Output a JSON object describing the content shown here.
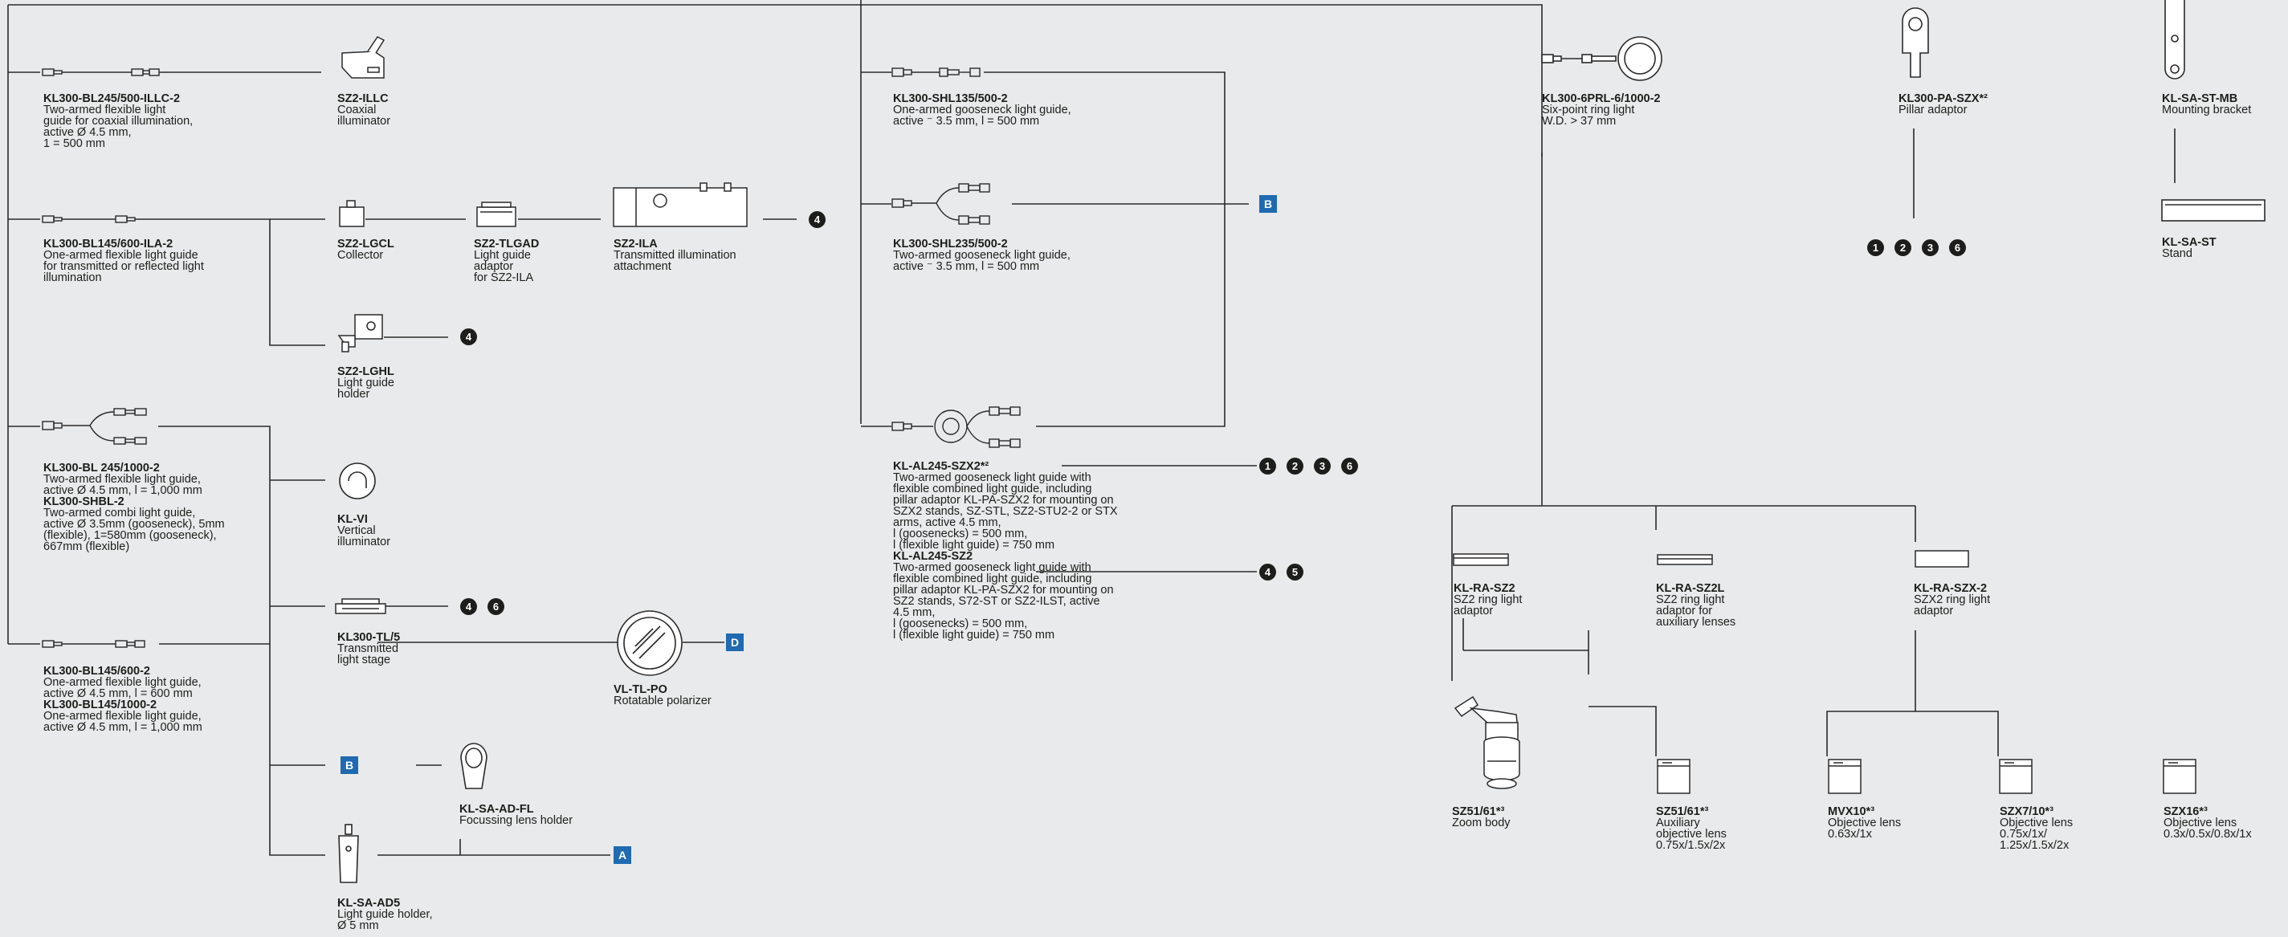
{
  "items": {
    "bl245_500": {
      "code": "KL300-BL245/500-ILLC-2",
      "lines": [
        "Two-armed flexible light",
        "guide for coaxial illumination,",
        "active Ø 4.5 mm,",
        "1 = 500 mm"
      ]
    },
    "illc": {
      "code": "SZ2-ILLC",
      "lines": [
        "Coaxial",
        "illuminator"
      ]
    },
    "bl145_600_ila": {
      "code": "KL300-BL145/600-ILA-2",
      "lines": [
        "One-armed flexible light guide",
        "for transmitted or reflected light",
        "illumination"
      ]
    },
    "lgcl": {
      "code": "SZ2-LGCL",
      "lines": [
        "Collector"
      ]
    },
    "tlgad": {
      "code": "SZ2-TLGAD",
      "lines": [
        "Light guide",
        "adaptor",
        "for SZ2-ILA"
      ]
    },
    "ila": {
      "code": "SZ2-ILA",
      "lines": [
        "Transmitted illumination",
        "attachment"
      ]
    },
    "lghl": {
      "code": "SZ2-LGHL",
      "lines": [
        "Light guide",
        "holder"
      ]
    },
    "bl245_1000": {
      "code": "KL300-BL 245/1000-2",
      "lines": [
        "Two-armed flexible light guide,",
        "active Ø 4.5 mm, l = 1,000 mm"
      ],
      "code2": "KL300-SHBL-2",
      "lines2": [
        "Two-armed combi light guide,",
        "active Ø 3.5mm (gooseneck), 5mm",
        "(flexible), 1=580mm (gooseneck),",
        "667mm (flexible)"
      ]
    },
    "klvi": {
      "code": "KL-VI",
      "lines": [
        "Vertical",
        "illuminator"
      ]
    },
    "tl5": {
      "code": "KL300-TL/5",
      "lines": [
        "Transmitted",
        "light stage"
      ]
    },
    "tlpo": {
      "code": "VL-TL-PO",
      "lines": [
        "Rotatable polarizer"
      ]
    },
    "bl145_600": {
      "code": "KL300-BL145/600-2",
      "lines": [
        "One-armed flexible light guide,",
        "active Ø 4.5 mm, l = 600 mm"
      ],
      "code2": "KL300-BL145/1000-2",
      "lines2": [
        "One-armed flexible light guide,",
        "active Ø 4.5 mm, l = 1,000 mm"
      ]
    },
    "adfl": {
      "code": "KL-SA-AD-FL",
      "lines": [
        "Focussing lens holder"
      ]
    },
    "ad5": {
      "code": "KL-SA-AD5",
      "lines": [
        "Light guide holder,",
        "Ø 5 mm"
      ]
    },
    "shl135": {
      "code": "KL300-SHL135/500-2",
      "lines": [
        "One-armed gooseneck light guide,",
        "active ⁻ 3.5 mm, l = 500 mm"
      ]
    },
    "shl235": {
      "code": "KL300-SHL235/500-2",
      "lines": [
        "Two-armed gooseneck light guide,",
        "active ⁻ 3.5 mm, l = 500 mm"
      ]
    },
    "al245szx2": {
      "code": "KL-AL245-SZX2*²",
      "lines": [
        "Two-armed gooseneck light guide with",
        "flexible combined light guide, including",
        "pillar adaptor KL-PA-SZX2 for mounting on",
        "SZX2 stands, SZ-STL, SZ2-STU2-2 or STX",
        "arms, active 4.5 mm,",
        "l (goosenecks) = 500 mm,",
        "l (flexible light guide) = 750 mm"
      ]
    },
    "al245sz2": {
      "code": "KL-AL245-SZ2",
      "lines": [
        "Two-armed gooseneck light guide with",
        "flexible combined light guide, including",
        "pillar adaptor KL-PA-SZX2 for mounting on",
        "SZ2 stands, S72-ST or SZ2-ILST, active",
        "4.5 mm,",
        "l (goosenecks) = 500 mm,",
        "l (flexible light guide) = 750 mm"
      ]
    },
    "prl": {
      "code": "KL300-6PRL-6/1000-2",
      "lines": [
        "Six-point ring light",
        "W.D. > 37 mm"
      ]
    },
    "pa": {
      "code": "KL300-PA-SZX*²",
      "lines": [
        "Pillar adaptor"
      ]
    },
    "mb": {
      "code": "KL-SA-ST-MB",
      "lines": [
        "Mounting bracket"
      ]
    },
    "st": {
      "code": "KL-SA-ST",
      "lines": [
        "Stand"
      ]
    },
    "rasz2": {
      "code": "KL-RA-SZ2",
      "lines": [
        "SZ2 ring light",
        "adaptor"
      ]
    },
    "rasz2l": {
      "code": "KL-RA-SZ2L",
      "lines": [
        "SZ2 ring light",
        "adaptor for",
        "auxiliary lenses"
      ]
    },
    "raszx2": {
      "code": "KL-RA-SZX-2",
      "lines": [
        "SZX2 ring light",
        "adaptor"
      ]
    },
    "sz51zoom": {
      "code": "SZ51/61*³",
      "lines": [
        "Zoom body"
      ]
    },
    "sz51aux": {
      "code": "SZ51/61*³",
      "lines": [
        "Auxiliary",
        "objective lens",
        "0.75x/1.5x/2x"
      ]
    },
    "mvx": {
      "code": "MVX10*³",
      "lines": [
        "Objective lens",
        "0.63x/1x"
      ]
    },
    "szx7": {
      "code": "SZX7/10*³",
      "lines": [
        "Objective lens",
        "0.75x/1x/",
        "1.25x/1.5x/2x"
      ]
    },
    "szx16": {
      "code": "SZX16*³",
      "lines": [
        "Objective lens",
        "0.3x/0.5x/0.8x/1x"
      ]
    }
  },
  "markers": {
    "ila_ref": [
      "4"
    ],
    "lghl_ref": [
      "4"
    ],
    "tl5_ref": [
      "4",
      "6"
    ],
    "pa_ref": [
      "1",
      "2",
      "3",
      "6"
    ],
    "szx2_ref": [
      "1",
      "2",
      "3",
      "6"
    ],
    "sz2_ref": [
      "4",
      "5"
    ]
  },
  "letters": {
    "shl_ref": "B",
    "polarizer_ref": "D",
    "bl145_ref": "B",
    "ad5_ref": "A"
  },
  "colors": {
    "background": "#e9eaeb",
    "line": "#1d1d1b",
    "badge": "#1f6ab1"
  }
}
